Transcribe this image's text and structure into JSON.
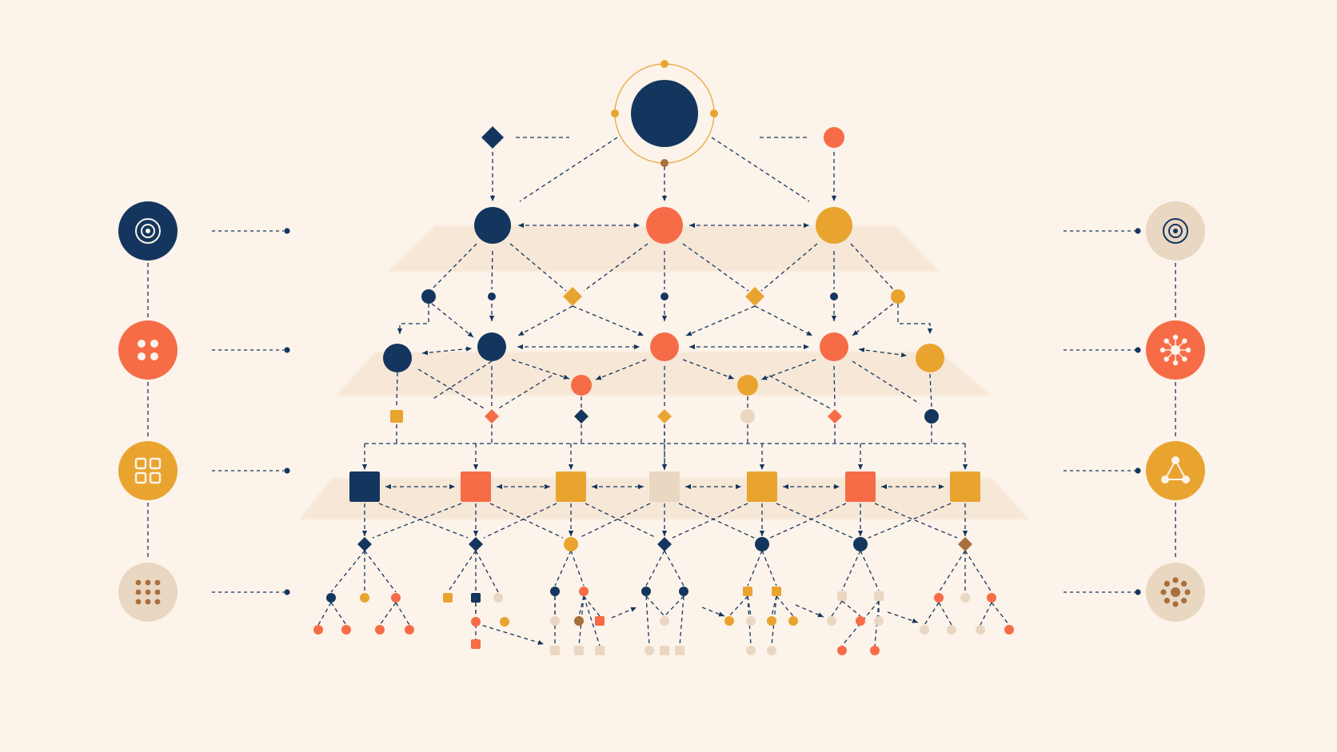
{
  "colors": {
    "background": "#fcf3ea",
    "navy": "#14365e",
    "coral": "#f66c47",
    "amber": "#e9a430",
    "beige": "#e9d7c2",
    "brown": "#a86f3c",
    "plate": "#f6e6d4",
    "connector": "#14365e"
  },
  "legend_left": [
    {
      "color": "navy",
      "icon": "target-icon"
    },
    {
      "color": "coral",
      "icon": "four-dots-icon"
    },
    {
      "color": "amber",
      "icon": "grid-icon"
    },
    {
      "color": "beige",
      "icon": "dot-matrix-icon"
    }
  ],
  "legend_right": [
    {
      "color": "beige",
      "icon": "target-icon"
    },
    {
      "color": "coral",
      "icon": "radial-network-icon"
    },
    {
      "color": "amber",
      "icon": "triangle-network-icon"
    },
    {
      "color": "beige",
      "icon": "dot-cluster-icon"
    }
  ],
  "root": {
    "color": "navy",
    "ring_color": "amber"
  },
  "side_markers": [
    {
      "shape": "diamond",
      "color": "navy"
    },
    {
      "shape": "circle",
      "color": "coral"
    }
  ],
  "level1": [
    {
      "shape": "circle",
      "color": "navy"
    },
    {
      "shape": "circle",
      "color": "coral"
    },
    {
      "shape": "circle",
      "color": "amber"
    }
  ],
  "level1_joints": [
    {
      "shape": "dot",
      "color": "navy"
    },
    {
      "shape": "dot",
      "color": "navy"
    },
    {
      "shape": "diamond",
      "color": "amber"
    },
    {
      "shape": "dot",
      "color": "navy"
    },
    {
      "shape": "diamond",
      "color": "amber"
    },
    {
      "shape": "dot",
      "color": "navy"
    },
    {
      "shape": "dot",
      "color": "amber"
    }
  ],
  "level2": [
    {
      "shape": "circle",
      "color": "navy"
    },
    {
      "shape": "circle",
      "color": "navy"
    },
    {
      "shape": "circle",
      "color": "coral"
    },
    {
      "shape": "circle",
      "color": "coral"
    },
    {
      "shape": "circle",
      "color": "amber"
    }
  ],
  "level2_mid": [
    {
      "shape": "circle",
      "color": "coral"
    },
    {
      "shape": "circle",
      "color": "amber"
    }
  ],
  "level2_joints": [
    {
      "shape": "square",
      "color": "amber"
    },
    {
      "shape": "diamond",
      "color": "coral"
    },
    {
      "shape": "diamond",
      "color": "navy"
    },
    {
      "shape": "diamond",
      "color": "amber"
    },
    {
      "shape": "dot",
      "color": "beige"
    },
    {
      "shape": "diamond",
      "color": "coral"
    },
    {
      "shape": "dot",
      "color": "navy"
    }
  ],
  "level3": [
    {
      "shape": "square",
      "color": "navy"
    },
    {
      "shape": "square",
      "color": "coral"
    },
    {
      "shape": "square",
      "color": "amber"
    },
    {
      "shape": "square",
      "color": "beige"
    },
    {
      "shape": "square",
      "color": "amber"
    },
    {
      "shape": "square",
      "color": "coral"
    },
    {
      "shape": "square",
      "color": "amber"
    }
  ],
  "level3_joints": [
    {
      "shape": "diamond",
      "color": "navy"
    },
    {
      "shape": "diamond",
      "color": "navy"
    },
    {
      "shape": "dot",
      "color": "amber"
    },
    {
      "shape": "diamond",
      "color": "navy"
    },
    {
      "shape": "dot",
      "color": "navy"
    },
    {
      "shape": "dot",
      "color": "navy"
    },
    {
      "shape": "diamond",
      "color": "brown"
    }
  ],
  "leaf_clusters": [
    {
      "children": [
        "navy",
        "amber",
        "coral"
      ],
      "leaves": [
        "coral",
        "coral",
        "coral",
        "coral"
      ]
    },
    {
      "children": [
        "amber",
        "navy",
        "beige"
      ],
      "leaves": [
        "coral",
        "amber",
        "coral"
      ]
    },
    {
      "children": [
        "navy",
        "coral"
      ],
      "leaves": [
        "beige",
        "brown",
        "coral",
        "beige",
        "beige",
        "beige"
      ]
    },
    {
      "children": [
        "navy",
        "navy"
      ],
      "leaves": [
        "beige",
        "beige",
        "beige",
        "beige"
      ]
    },
    {
      "children": [
        "amber",
        "amber"
      ],
      "leaves": [
        "amber",
        "beige",
        "amber",
        "amber",
        "beige",
        "beige"
      ]
    },
    {
      "children": [
        "beige",
        "beige"
      ],
      "leaves": [
        "beige",
        "coral",
        "beige",
        "coral",
        "coral"
      ]
    },
    {
      "children": [
        "coral",
        "beige",
        "coral"
      ],
      "leaves": [
        "beige",
        "beige",
        "beige",
        "coral"
      ]
    }
  ]
}
